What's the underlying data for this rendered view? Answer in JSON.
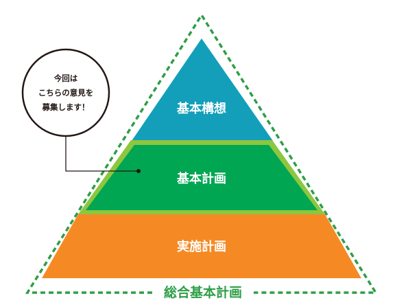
{
  "pyramid": {
    "tiers": [
      {
        "label": "基本構想",
        "color": "#139fba"
      },
      {
        "label": "基本計画",
        "color": "#00a651"
      },
      {
        "label": "実施計画",
        "color": "#f58a25"
      }
    ],
    "highlight_border_color": "#8dc63f",
    "outline_color": "#2e9e47",
    "caption": "総合基本計画"
  },
  "callout": {
    "lines": [
      "今回は",
      "こちらの意見を",
      "募集します！"
    ],
    "line_color": "#231815"
  }
}
